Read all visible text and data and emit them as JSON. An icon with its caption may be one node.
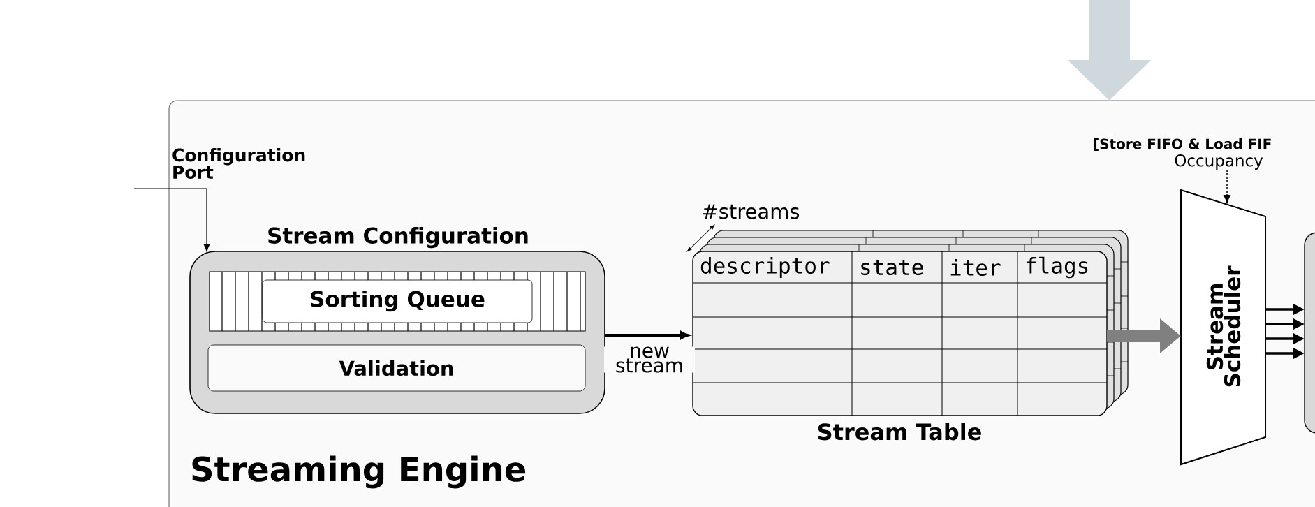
{
  "diagram": {
    "nodes": [
      {
        "text": [
          "Streaming Engine"
        ]
      },
      {
        "text": [
          "Stream Configuration"
        ],
        "in": 0
      },
      {
        "text": [
          "Sorting Queue"
        ],
        "in": 1
      },
      {
        "text": [
          "Validation"
        ],
        "in": 1
      },
      {
        "text": [
          "descriptor",
          "state",
          "iter",
          "flags",
          "Stream Table"
        ],
        "beside": [
          "#streams"
        ],
        "in": 0
      },
      {
        "text": [
          "Stream Scheduler"
        ],
        "in": 0
      },
      {
        "text": [],
        "shape": "box",
        "in": 0
      },
      {
        "text": [
          "[Store FIFO & Load FIF",
          "Occupancy"
        ],
        "in": 0
      }
    ],
    "edges": [
      {
        "from": null,
        "to": 1,
        "arrow": "to",
        "label": "Configuration Port"
      },
      {
        "from": 1,
        "to": 4,
        "arrow": "to",
        "label": "new stream"
      },
      {
        "from": 4,
        "to": 5,
        "arrow": "to",
        "style": "thick",
        "color": "#808080"
      },
      {
        "from": 5,
        "to": 6,
        "arrow": "to"
      },
      {
        "from": 5,
        "to": 6,
        "arrow": "to"
      },
      {
        "from": 5,
        "to": 6,
        "arrow": "to"
      },
      {
        "from": 5,
        "to": 6,
        "arrow": "to"
      },
      {
        "from": 7,
        "to": 5,
        "arrow": "to",
        "style": "dashed"
      },
      {
        "from": null,
        "to": 0,
        "arrow": "to",
        "style": "thick",
        "color": "#cfd8dc"
      }
    ]
  }
}
